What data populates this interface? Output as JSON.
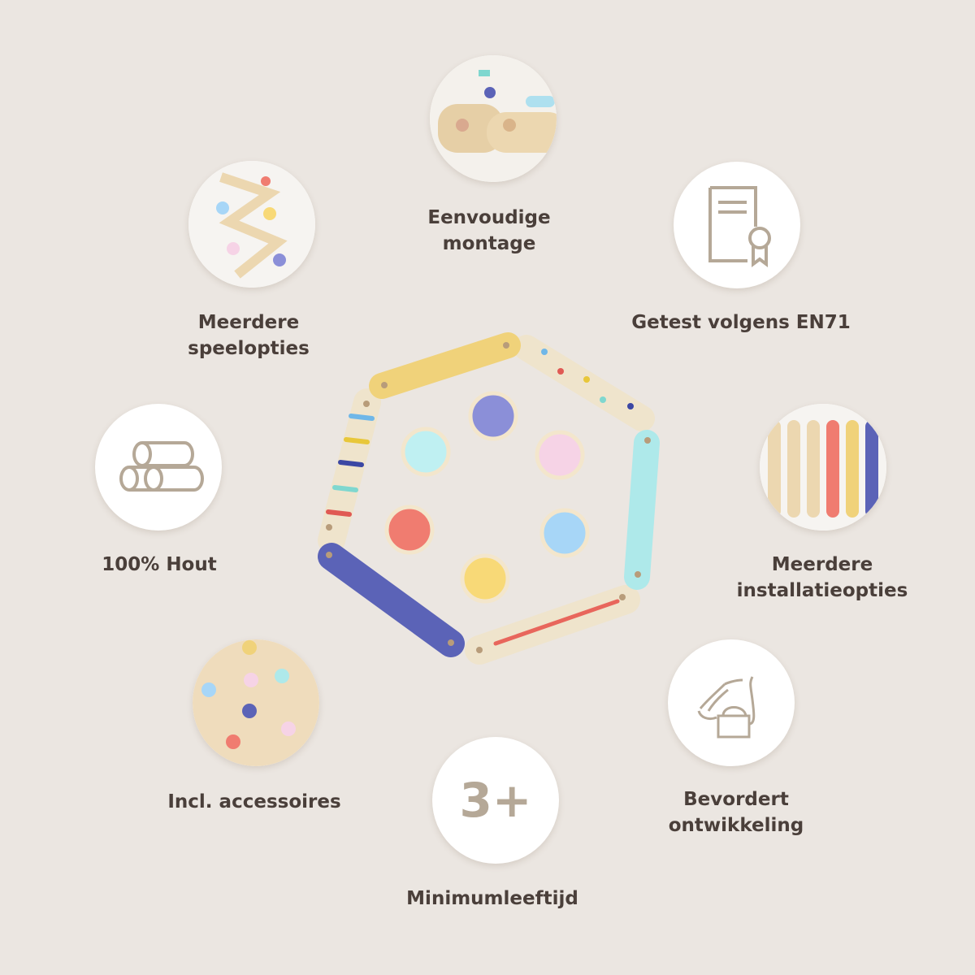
{
  "features": [
    {
      "id": "montage",
      "lines": [
        "Eenvoudige",
        "montage"
      ],
      "icon": "assembly-photo"
    },
    {
      "id": "speelopties",
      "lines": [
        "Meerdere",
        "speelopties"
      ],
      "icon": "play-options-photo"
    },
    {
      "id": "en71",
      "lines": [
        "Getest volgens EN71"
      ],
      "icon": "certificate-icon"
    },
    {
      "id": "hout",
      "lines": [
        "100% Hout"
      ],
      "icon": "wood-logs-icon"
    },
    {
      "id": "installatie",
      "lines": [
        "Meerdere",
        "installatieopties"
      ],
      "icon": "installation-photo"
    },
    {
      "id": "accessoires",
      "lines": [
        "Incl. accessoires"
      ],
      "icon": "accessories-photo"
    },
    {
      "id": "ontwikkeling",
      "lines": [
        "Bevordert",
        "ontwikkeling"
      ],
      "icon": "hand-block-icon"
    },
    {
      "id": "leeftijd",
      "lines": [
        "Minimumleeftijd"
      ],
      "icon": "age-badge",
      "badge": "3+"
    }
  ],
  "colors": {
    "background": "#ebe6e1",
    "text": "#4a3f3a",
    "icon": "#b5a897",
    "wood": "#f1e3c8",
    "yellow": "#f0d27a",
    "blue": "#5b63b7",
    "cyan": "#aee9ea",
    "red": "#ef7b6e",
    "pink": "#f6d3e6",
    "lightblue": "#a7d6f7",
    "purple": "#8b8fd8"
  }
}
